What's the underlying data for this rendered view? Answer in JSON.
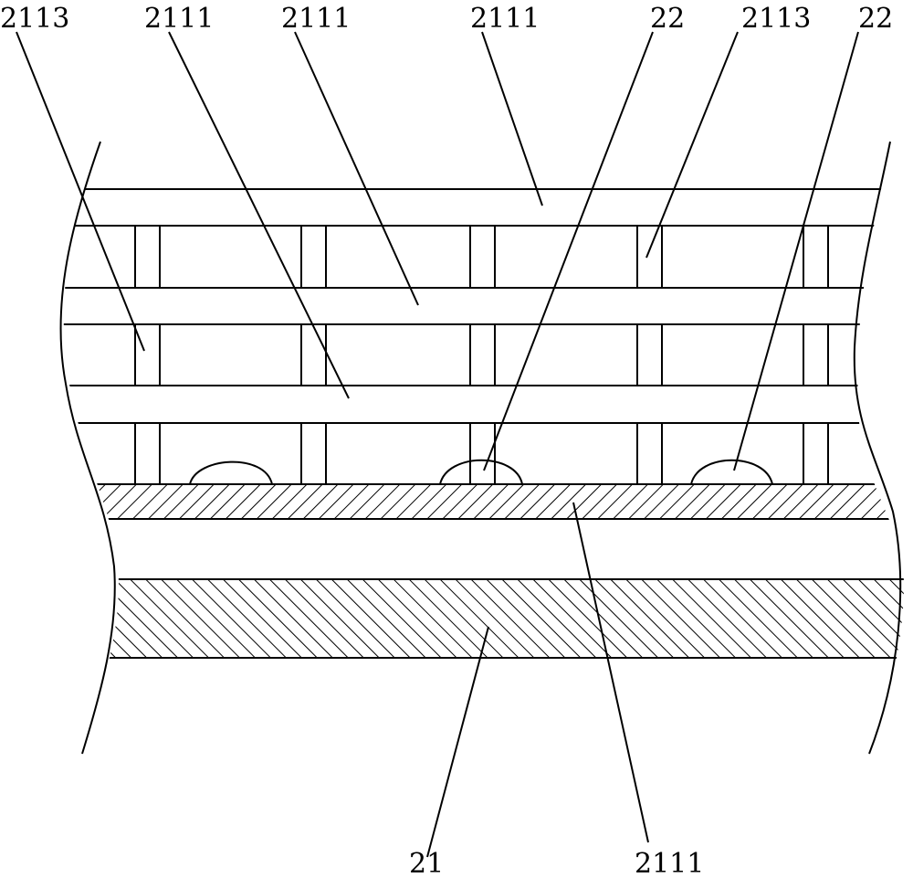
{
  "figure": {
    "labels": {
      "top_left_2113": "2113",
      "top_2111_a": "2111",
      "top_2111_b": "2111",
      "top_2111_c": "2111",
      "top_22_a": "22",
      "top_2113_right": "2113",
      "top_22_b": "22",
      "bottom_21": "21",
      "bottom_2111": "2111"
    },
    "colors": {
      "line": "#000000",
      "background": "#ffffff"
    }
  }
}
